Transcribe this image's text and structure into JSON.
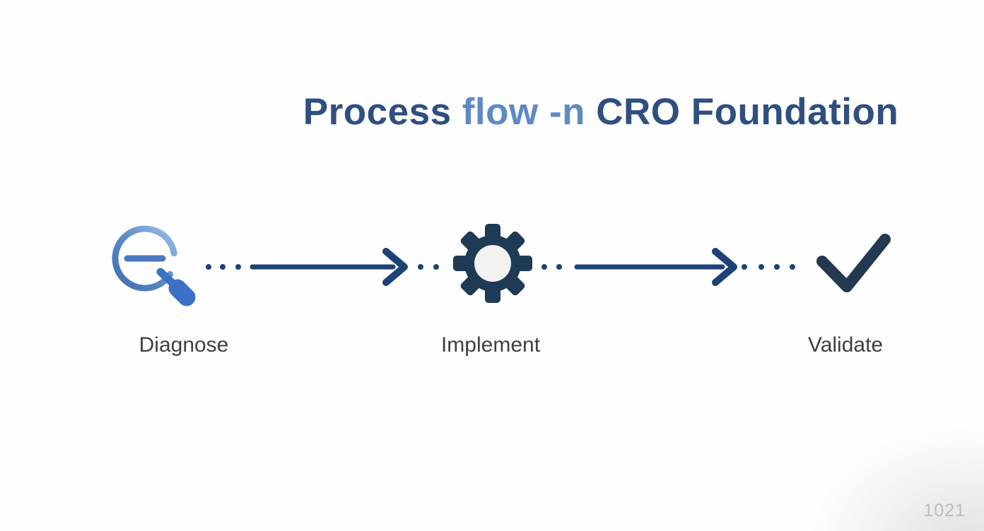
{
  "title": {
    "segments": [
      {
        "text": "Process ",
        "tone": "dark"
      },
      {
        "text": "flow -n ",
        "tone": "light"
      },
      {
        "text": "CRO Foundation",
        "tone": "dark"
      }
    ],
    "full_text": "Process flow -n CRO Foundation"
  },
  "steps": [
    {
      "label": "Diagnose",
      "icon": "magnifier-minus-icon"
    },
    {
      "label": "Implement",
      "icon": "gear-icon"
    },
    {
      "label": "Validate",
      "icon": "checkmark-icon"
    }
  ],
  "connectors": [
    {
      "style": "dots-line-arrow-dots",
      "dots_before": 3,
      "dots_after": 2
    },
    {
      "style": "dots-line-arrow-dots",
      "dots_before": 2,
      "dots_after": 4
    }
  ],
  "page_number": "1021",
  "colors": {
    "title_dark": "#2e4f80",
    "title_light": "#5e8ac2",
    "arrow": "#1e4277",
    "gear": "#1e3a55",
    "gear_hole": "#f2f2f0",
    "checkmark": "#24384f",
    "magnifier_light": "#9cc0e6",
    "magnifier_dark": "#3e6cb0",
    "magnifier_handle": "#3c70c6",
    "label_text": "#3c4043",
    "page_number_text": "#bdbdbd",
    "background": "#fefefe"
  }
}
